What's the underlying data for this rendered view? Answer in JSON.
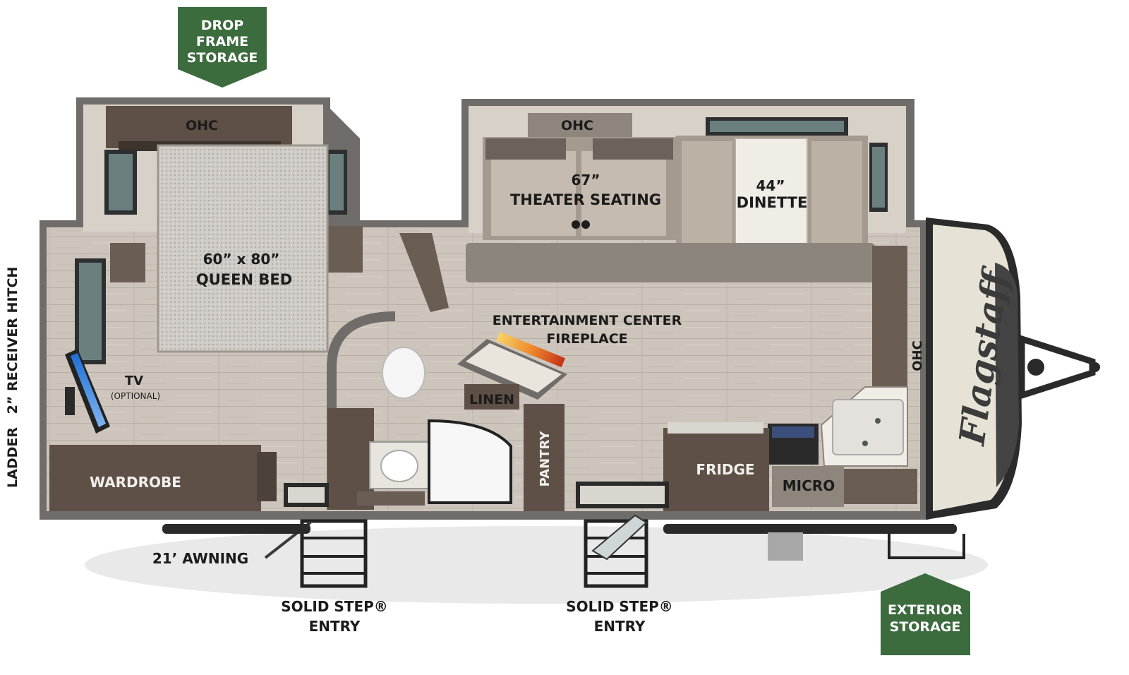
{
  "badges": {
    "drop_frame": [
      "DROP",
      "FRAME",
      "STORAGE"
    ],
    "exterior": [
      "EXTERIOR",
      "STORAGE"
    ]
  },
  "labels": {
    "ohc_bedroom": "OHC",
    "ohc_living": "OHC",
    "ohc_front": "OHC",
    "bed_size": "60” x 80”",
    "bed_name": "QUEEN BED",
    "seating_size": "67”",
    "seating_name": "THEATER SEATING",
    "dinette_size": "44”",
    "dinette_name": "DINETTE",
    "entertainment_line1": "ENTERTAINMENT CENTER",
    "entertainment_line2": "FIREPLACE",
    "tv": "TV",
    "tv_note": "(OPTIONAL)",
    "linen": "LINEN",
    "pantry": "PANTRY",
    "fridge": "FRIDGE",
    "micro": "MICRO",
    "wardrobe": "WARDROBE",
    "ladder": "LADDER",
    "hitch": "2” RECEIVER HITCH",
    "awning": "21’ AWNING",
    "entry_rear_line1": "SOLID STEP®",
    "entry_rear_line2": "ENTRY",
    "entry_front_line1": "SOLID STEP®",
    "entry_front_line2": "ENTRY",
    "brand": "Flagstaff"
  },
  "colors": {
    "badge_green": "#3c6b3e",
    "floor": "#cfc8bf",
    "wall": "#6f6c69",
    "cabinet": "#5e5046",
    "cushion": "#bdb2a5",
    "carpet": "#8c857d"
  }
}
